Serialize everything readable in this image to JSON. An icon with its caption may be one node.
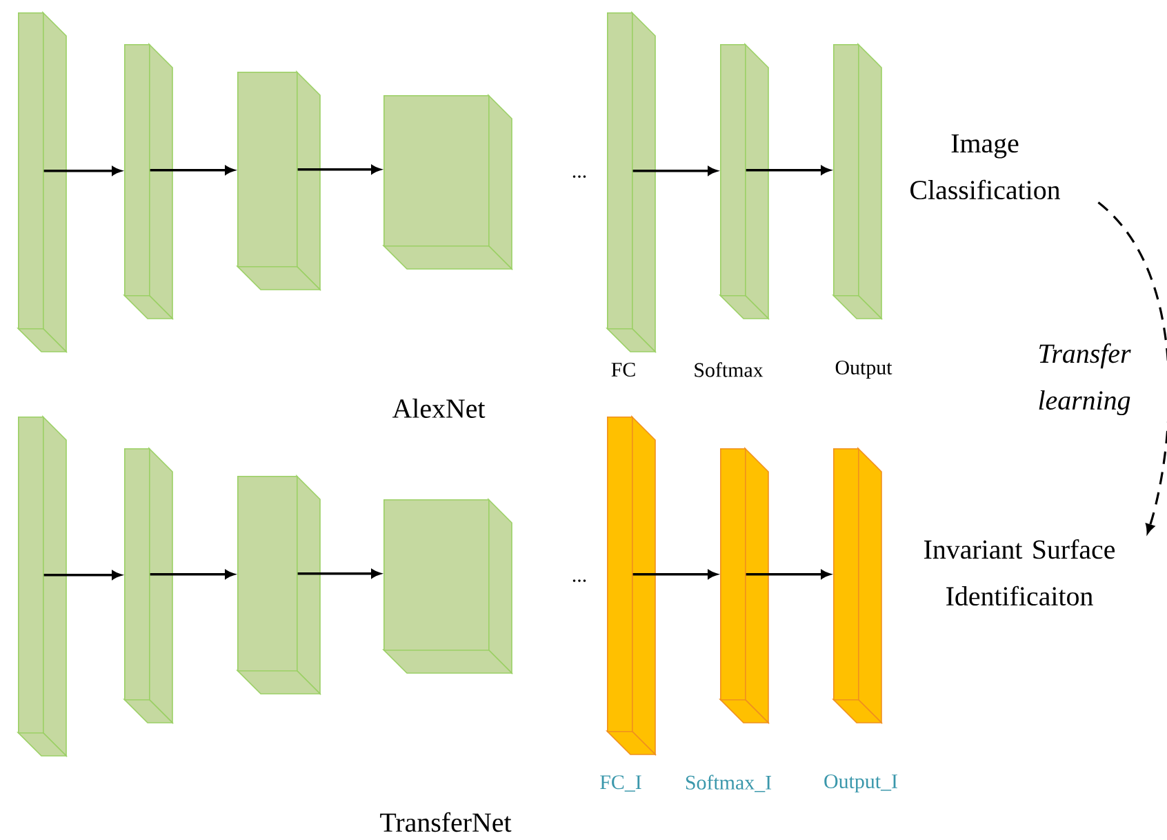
{
  "diagram": {
    "nodes": [
      {
        "text": [],
        "shape": "box"
      },
      {
        "text": [],
        "shape": "box"
      },
      {
        "text": [],
        "shape": "box"
      },
      {
        "text": [],
        "shape": "box"
      },
      {
        "text": [],
        "shape": "box",
        "beside": [
          "FC"
        ]
      },
      {
        "text": [],
        "shape": "box",
        "beside": [
          "Softmax"
        ]
      },
      {
        "text": [],
        "shape": "box",
        "beside": [
          "Output"
        ]
      },
      {
        "text": [],
        "shape": "box"
      },
      {
        "text": [],
        "shape": "box"
      },
      {
        "text": [],
        "shape": "box"
      },
      {
        "text": [],
        "shape": "box"
      },
      {
        "text": [],
        "shape": "box",
        "beside": [
          "FC_I"
        ]
      },
      {
        "text": [],
        "shape": "box",
        "beside": [
          "Softmax_I"
        ]
      },
      {
        "text": [],
        "shape": "box",
        "beside": [
          "Output_I"
        ]
      },
      {
        "text": [
          "Image Classification"
        ]
      },
      {
        "text": [
          "Invariant Surface Identificaiton"
        ]
      }
    ],
    "edges": [
      {
        "from": 0,
        "to": 1,
        "arrow": "to"
      },
      {
        "from": 1,
        "to": 2,
        "arrow": "to"
      },
      {
        "from": 2,
        "to": 3,
        "arrow": "to"
      },
      {
        "from": 4,
        "to": 5,
        "arrow": "to"
      },
      {
        "from": 5,
        "to": 6,
        "arrow": "to"
      },
      {
        "from": 7,
        "to": 8,
        "arrow": "to"
      },
      {
        "from": 8,
        "to": 9,
        "arrow": "to"
      },
      {
        "from": 9,
        "to": 10,
        "arrow": "to"
      },
      {
        "from": 11,
        "to": 12,
        "arrow": "to"
      },
      {
        "from": 12,
        "to": 13,
        "arrow": "to"
      },
      {
        "from": 14,
        "to": 15,
        "arrow": "to",
        "style": "dashed",
        "label": "*Transfer learning*"
      }
    ],
    "labels": [
      "...",
      "AlexNet",
      "...",
      "TransferNet"
    ]
  }
}
